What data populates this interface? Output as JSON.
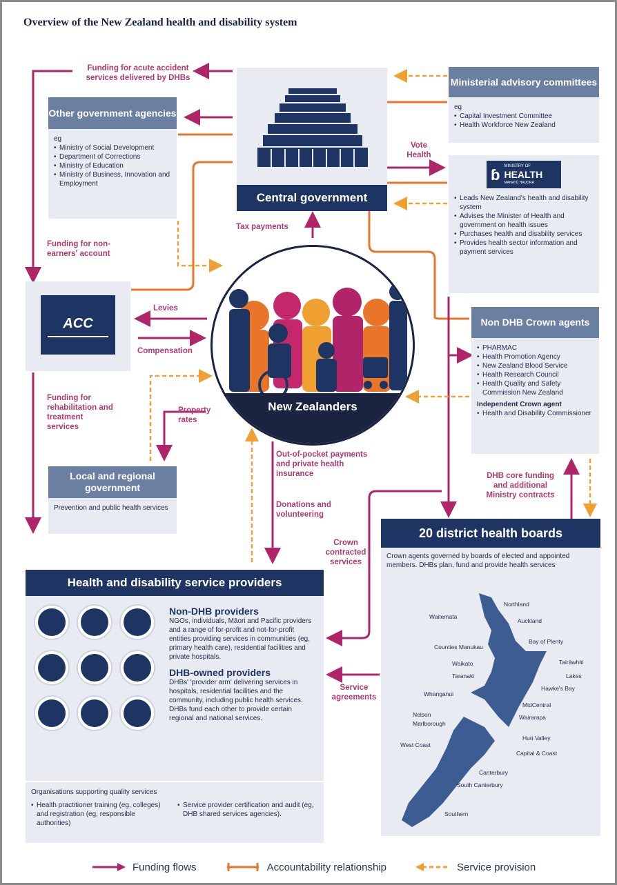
{
  "title": "Overview of the New Zealand health and disability system",
  "central": {
    "label": "Central government"
  },
  "ministerial": {
    "header": "Ministerial advisory committees",
    "eg": "eg",
    "items": [
      "Capital Investment Committee",
      "Health Workforce New Zealand"
    ]
  },
  "moh": {
    "logo_small": "MINISTRY OF",
    "logo_big": "HEALTH",
    "logo_sub": "MANATŪ HAUORA",
    "items": [
      "Leads New Zealand's health and disability system",
      "Advises the Minister of Health and government on health issues",
      "Purchases health and disability services",
      "Provides health sector information and payment services"
    ]
  },
  "other_gov": {
    "header": "Other government agencies",
    "eg": "eg",
    "items": [
      "Ministry of Social Development",
      "Department of Corrections",
      "Ministry of Education",
      "Ministry of Business, Innovation and Employment"
    ]
  },
  "acc": {
    "logo": "ACC"
  },
  "nz_people": {
    "label": "New Zealanders"
  },
  "crown": {
    "header": "Non DHB Crown agents",
    "items": [
      "PHARMAC",
      "Health Promotion Agency",
      "New Zealand Blood Service",
      "Health Research Council",
      "Health Quality and Safety Commission New Zealand"
    ],
    "indep_title": "Independent Crown agent",
    "indep_items": [
      "Health and Disability Commissioner"
    ]
  },
  "local": {
    "header": "Local and regional government",
    "text": "Prevention and public health services"
  },
  "dhb": {
    "header": "20 district health boards",
    "text": "Crown agents governed by boards of elected and appointed members. DHBs plan, fund and provide health services",
    "regions": [
      "Northland",
      "Waitemata",
      "Auckland",
      "Bay of Plenty",
      "Counties Manukau",
      "Tairāwhiti",
      "Waikato",
      "Lakes",
      "Taranaki",
      "Hawke's Bay",
      "Whanganui",
      "MidCentral",
      "Wairarapa",
      "Nelson Marlborough",
      "Hutt Valley",
      "West Coast",
      "Capital & Coast",
      "Canterbury",
      "South Canterbury",
      "Southern"
    ]
  },
  "providers": {
    "header": "Health and disability service providers",
    "non_title": "Non-DHB providers",
    "non_text": "NGOs, individuals, Māori and Pacific providers and a range of for-profit and not-for-profit entities providing services in communities (eg, primary health care), residential facilities and private hospitals.",
    "dhb_title": "DHB-owned providers",
    "dhb_text": "DHBs' 'provider arm' delivering services in hospitals, residential facilities and the community, including public health services. DHBs fund each other to provide certain regional and national services.",
    "org_title": "Organisations supporting quality services",
    "org_left": "Health practitioner training (eg, colleges) and registration (eg, responsible authorities)",
    "org_right": "Service provider certification and audit (eg, DHB shared services agencies).",
    "icons": [
      "wheelchair-icon",
      "stethoscope-icon",
      "ear-icon",
      "pills-icon",
      "xray-hand-icon",
      "hospital-bed-icon",
      "pregnancy-icon",
      "test-tubes-icon",
      "tooth-icon"
    ]
  },
  "labels": {
    "funding_acute": "Funding for acute accident services delivered by DHBs",
    "vote_health": "Vote Health",
    "tax": "Tax payments",
    "non_earners": "Funding for non-earners' account",
    "levies": "Levies",
    "compensation": "Compensation",
    "rehab": "Funding for rehabilitation and treatment services",
    "property": "Property rates",
    "oop": "Out-of-pocket payments and private health insurance",
    "donations": "Donations and volunteering",
    "dhb_core": "DHB core funding and additional Ministry contracts",
    "crown_contracted": "Crown contracted services",
    "service_agreements": "Service agreements"
  },
  "legend": {
    "funding": "Funding flows",
    "accountability": "Accountability relationship",
    "service": "Service provision"
  },
  "colors": {
    "funding": "#b0246a",
    "accountability": "#e8752a",
    "service": "#f0a030",
    "navy": "#1e3563",
    "header": "#6b7fa3",
    "panel": "#e8ebf2"
  }
}
